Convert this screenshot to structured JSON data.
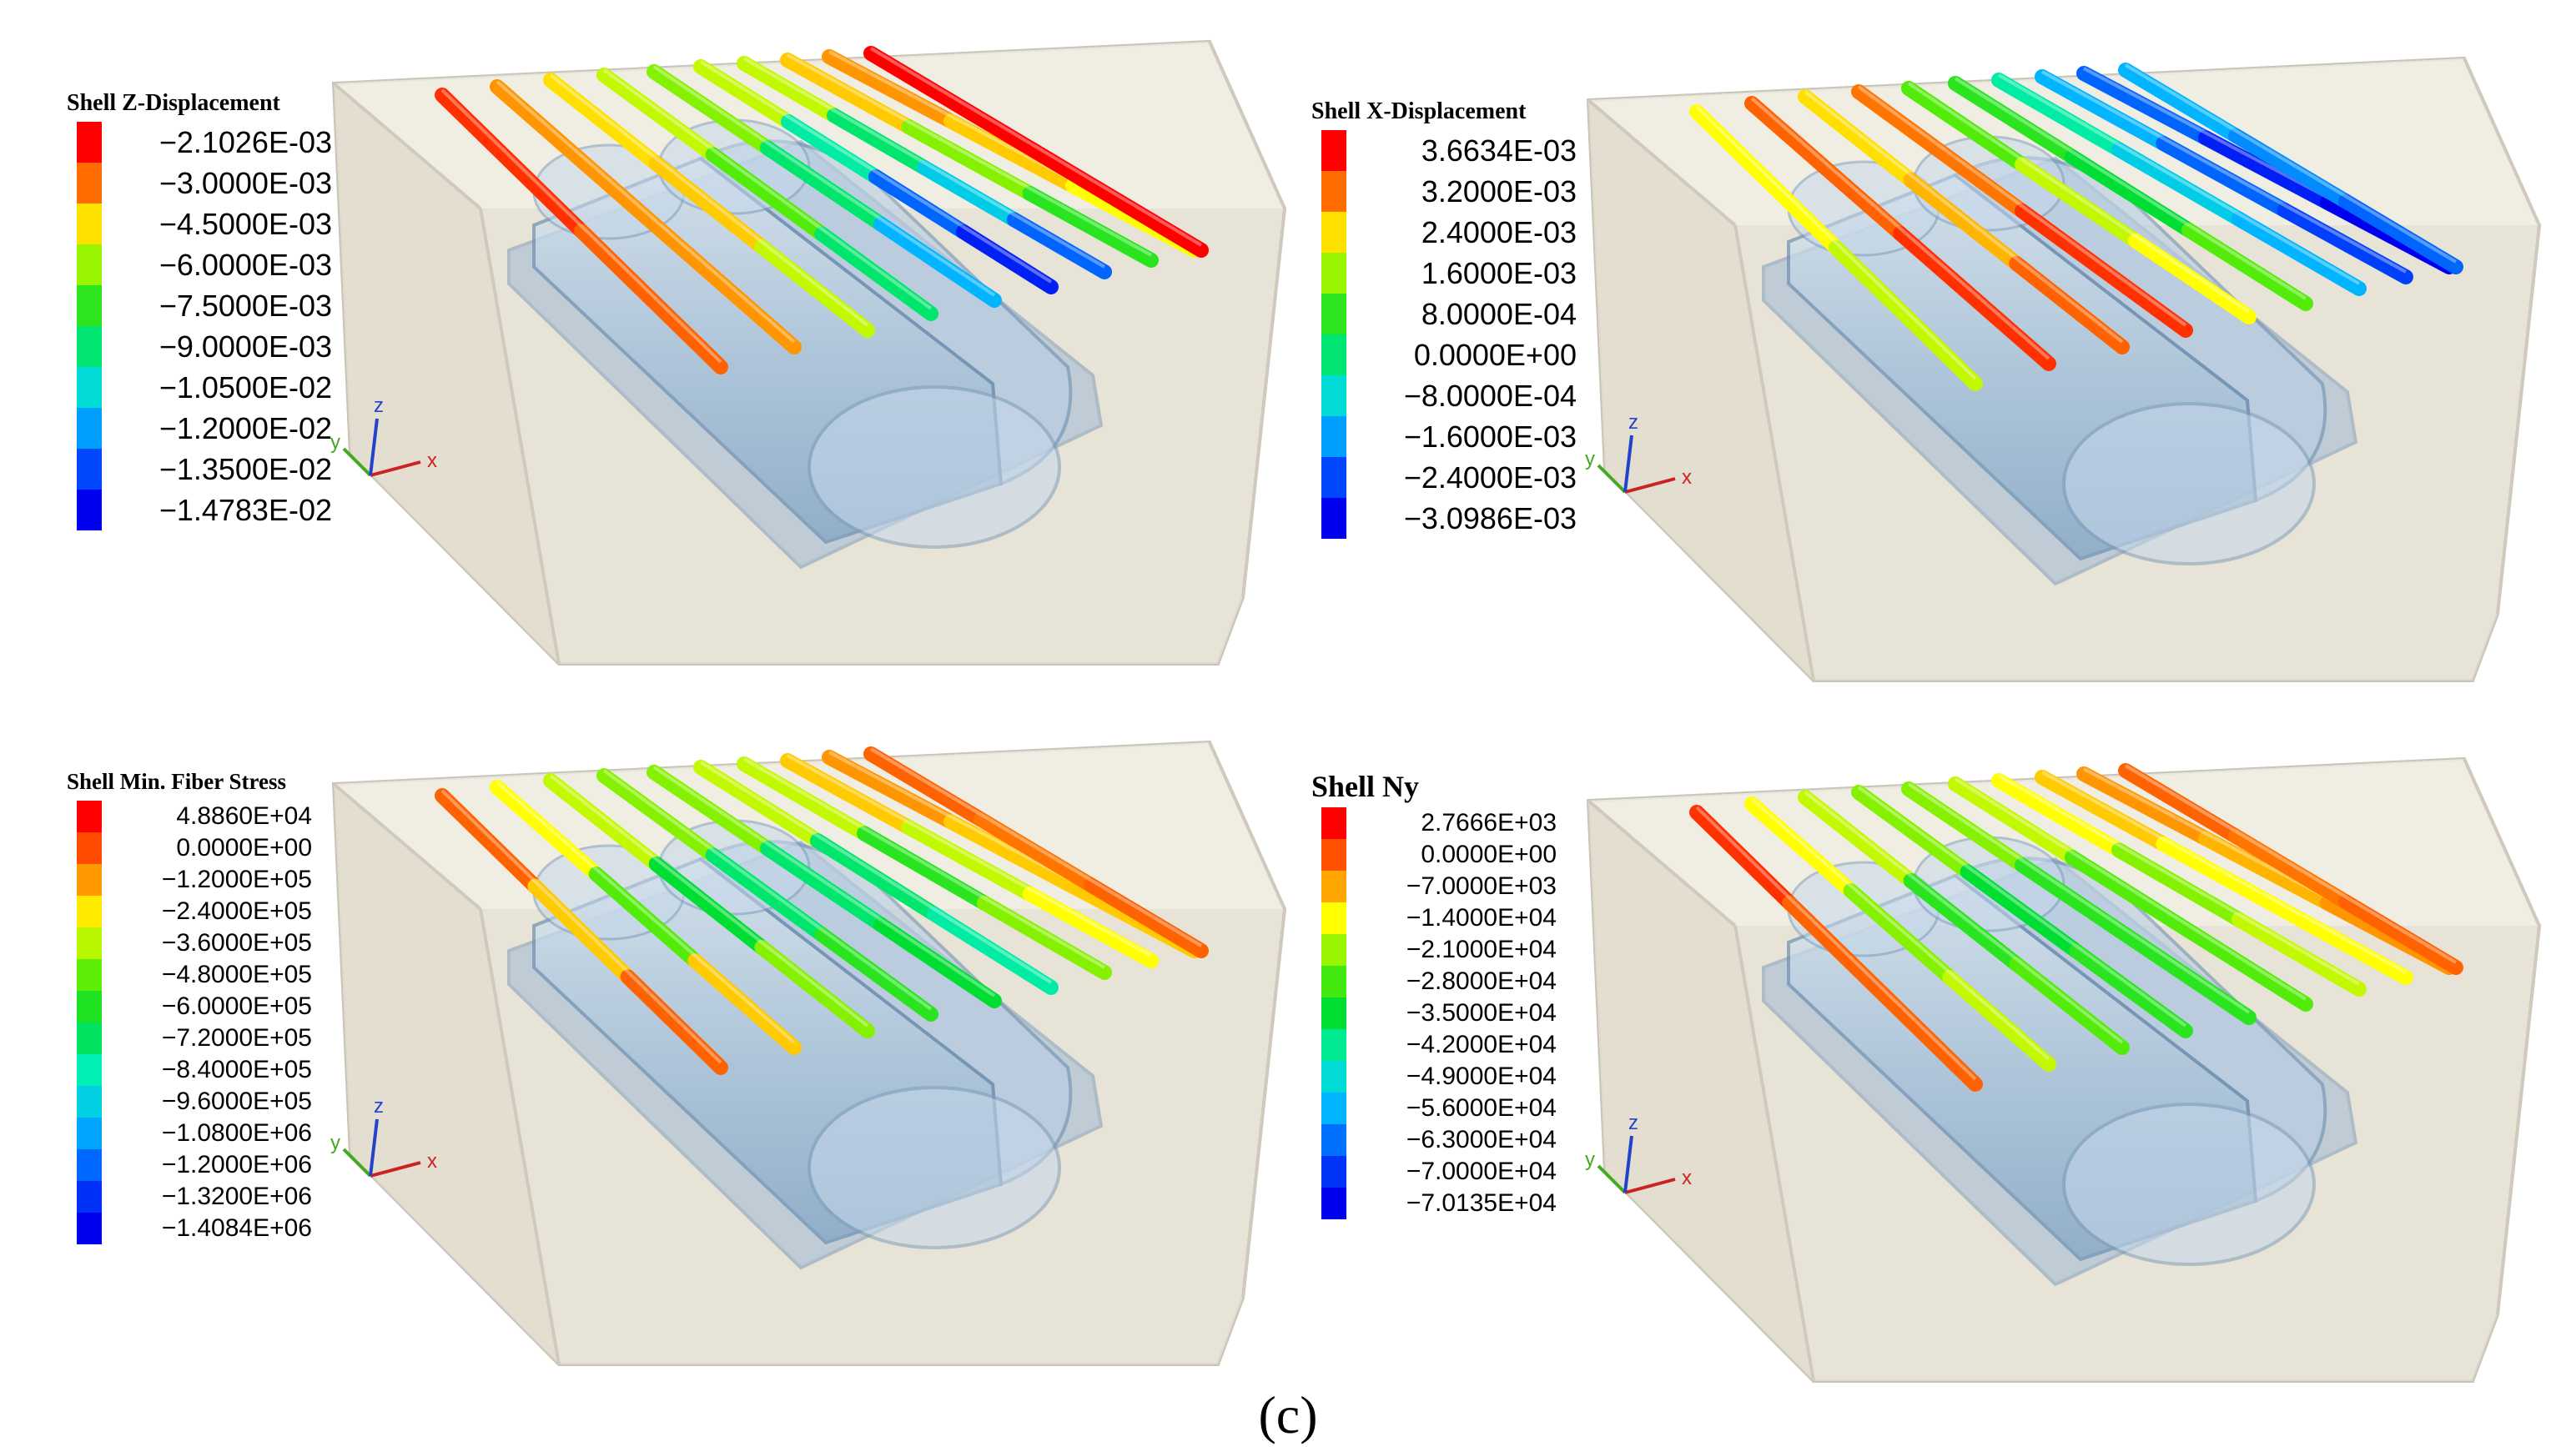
{
  "caption": "(c)",
  "palette": [
    "#ff0000",
    "#ff7a00",
    "#ffff00",
    "#66ee00",
    "#00dd33",
    "#00f0c0",
    "#00b4ff",
    "#0050ff",
    "#0000ee"
  ],
  "axis_labels": {
    "x": "x",
    "y": "y",
    "z": "z"
  },
  "axis_colors": {
    "x": "#cc2222",
    "y": "#44aa22",
    "z": "#2244cc"
  },
  "panels": [
    {
      "legend": {
        "title": "Shell Z-Displacement",
        "labels": [
          "−2.1026E-03",
          "−3.0000E-03",
          "−4.5000E-03",
          "−6.0000E-03",
          "−7.5000E-03",
          "−9.0000E-03",
          "−1.0500E-02",
          "−1.2000E-02",
          "−1.3500E-02",
          "−1.4783E-02"
        ]
      },
      "pipe_levels": [
        [
          0.05,
          0.1
        ],
        [
          0.15,
          0.15
        ],
        [
          0.22,
          0.2,
          0.3
        ],
        [
          0.3,
          0.4,
          0.55
        ],
        [
          0.35,
          0.55,
          0.75
        ],
        [
          0.3,
          0.6,
          0.85,
          0.95
        ],
        [
          0.3,
          0.55,
          0.7,
          0.85
        ],
        [
          0.2,
          0.35,
          0.45
        ],
        [
          0.15,
          0.2,
          0.25
        ],
        [
          0.0,
          0.0
        ]
      ]
    },
    {
      "legend": {
        "title": "Shell X-Displacement",
        "labels": [
          "3.6634E-03",
          "3.2000E-03",
          "2.4000E-03",
          "1.6000E-03",
          "8.0000E-04",
          "0.0000E+00",
          "−8.0000E-04",
          "−1.6000E-03",
          "−2.4000E-03",
          "−3.0986E-03"
        ]
      },
      "pipe_levels": [
        [
          0.25,
          0.3
        ],
        [
          0.1,
          0.05
        ],
        [
          0.22,
          0.18,
          0.1
        ],
        [
          0.12,
          0.05
        ],
        [
          0.4,
          0.3,
          0.25
        ],
        [
          0.45,
          0.5,
          0.4
        ],
        [
          0.6,
          0.7,
          0.75
        ],
        [
          0.75,
          0.85,
          0.9
        ],
        [
          0.85,
          0.95,
          1.0
        ],
        [
          0.75,
          0.8,
          0.85
        ]
      ]
    },
    {
      "legend": {
        "title": "Shell Min. Fiber Stress",
        "labels": [
          "4.8860E+04",
          "0.0000E+00",
          "−1.2000E+05",
          "−2.4000E+05",
          "−3.6000E+05",
          "−4.8000E+05",
          "−6.0000E+05",
          "−7.2000E+05",
          "−8.4000E+05",
          "−9.6000E+05",
          "−1.0800E+06",
          "−1.2000E+06",
          "−1.3200E+06",
          "−1.4084E+06"
        ]
      },
      "pipe_levels": [
        [
          0.1,
          0.2,
          0.1
        ],
        [
          0.25,
          0.4,
          0.2
        ],
        [
          0.3,
          0.5,
          0.35
        ],
        [
          0.35,
          0.55,
          0.45
        ],
        [
          0.35,
          0.55,
          0.5
        ],
        [
          0.3,
          0.55,
          0.6
        ],
        [
          0.3,
          0.45,
          0.35
        ],
        [
          0.2,
          0.3,
          0.25
        ],
        [
          0.15,
          0.2,
          0.2
        ],
        [
          0.1,
          0.12,
          0.1
        ]
      ]
    },
    {
      "legend": {
        "title": "Shell Ny",
        "labels": [
          "2.7666E+03",
          "0.0000E+00",
          "−7.0000E+03",
          "−1.4000E+04",
          "−2.1000E+04",
          "−2.8000E+04",
          "−3.5000E+04",
          "−4.2000E+04",
          "−4.9000E+04",
          "−5.6000E+04",
          "−6.3000E+04",
          "−7.0000E+04",
          "−7.0135E+04"
        ]
      },
      "pipe_levels": [
        [
          0.05,
          0.1,
          0.1
        ],
        [
          0.25,
          0.35,
          0.3
        ],
        [
          0.3,
          0.45,
          0.4
        ],
        [
          0.35,
          0.5,
          0.45
        ],
        [
          0.35,
          0.45,
          0.45
        ],
        [
          0.3,
          0.4,
          0.4
        ],
        [
          0.25,
          0.35,
          0.3
        ],
        [
          0.2,
          0.25,
          0.25
        ],
        [
          0.15,
          0.18,
          0.15
        ],
        [
          0.1,
          0.12,
          0.1
        ]
      ]
    }
  ]
}
